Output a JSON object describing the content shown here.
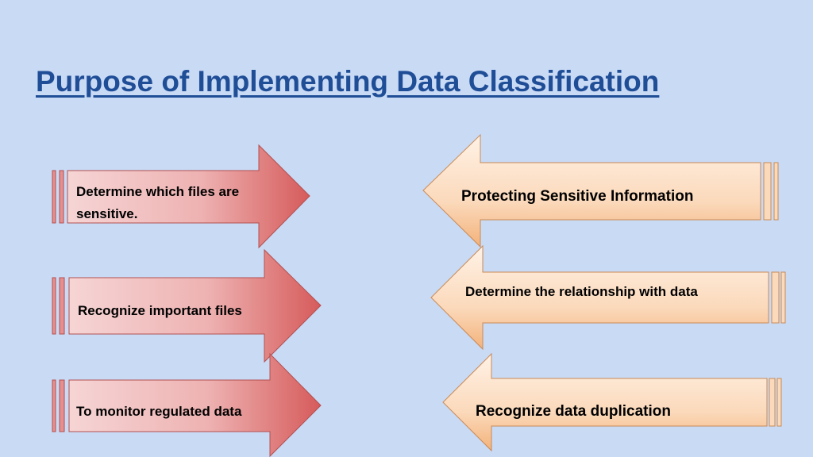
{
  "title": "Purpose of Implementing Data Classification",
  "colors": {
    "background": "#c9daf5",
    "title": "#1f4e97",
    "left_arrow_light": "#f6d5d5",
    "left_arrow_dark": "#d65b5b",
    "right_arrow_light": "#fff2e6",
    "right_arrow_dark": "#f3b27a"
  },
  "left_arrows": [
    {
      "label": "Determine which files are sensitive."
    },
    {
      "label": "Recognize important files"
    },
    {
      "label": "To monitor regulated data"
    }
  ],
  "right_arrows": [
    {
      "label": "Protecting Sensitive Information"
    },
    {
      "label": "Determine the relationship with data"
    },
    {
      "label": "Recognize data duplication"
    }
  ]
}
